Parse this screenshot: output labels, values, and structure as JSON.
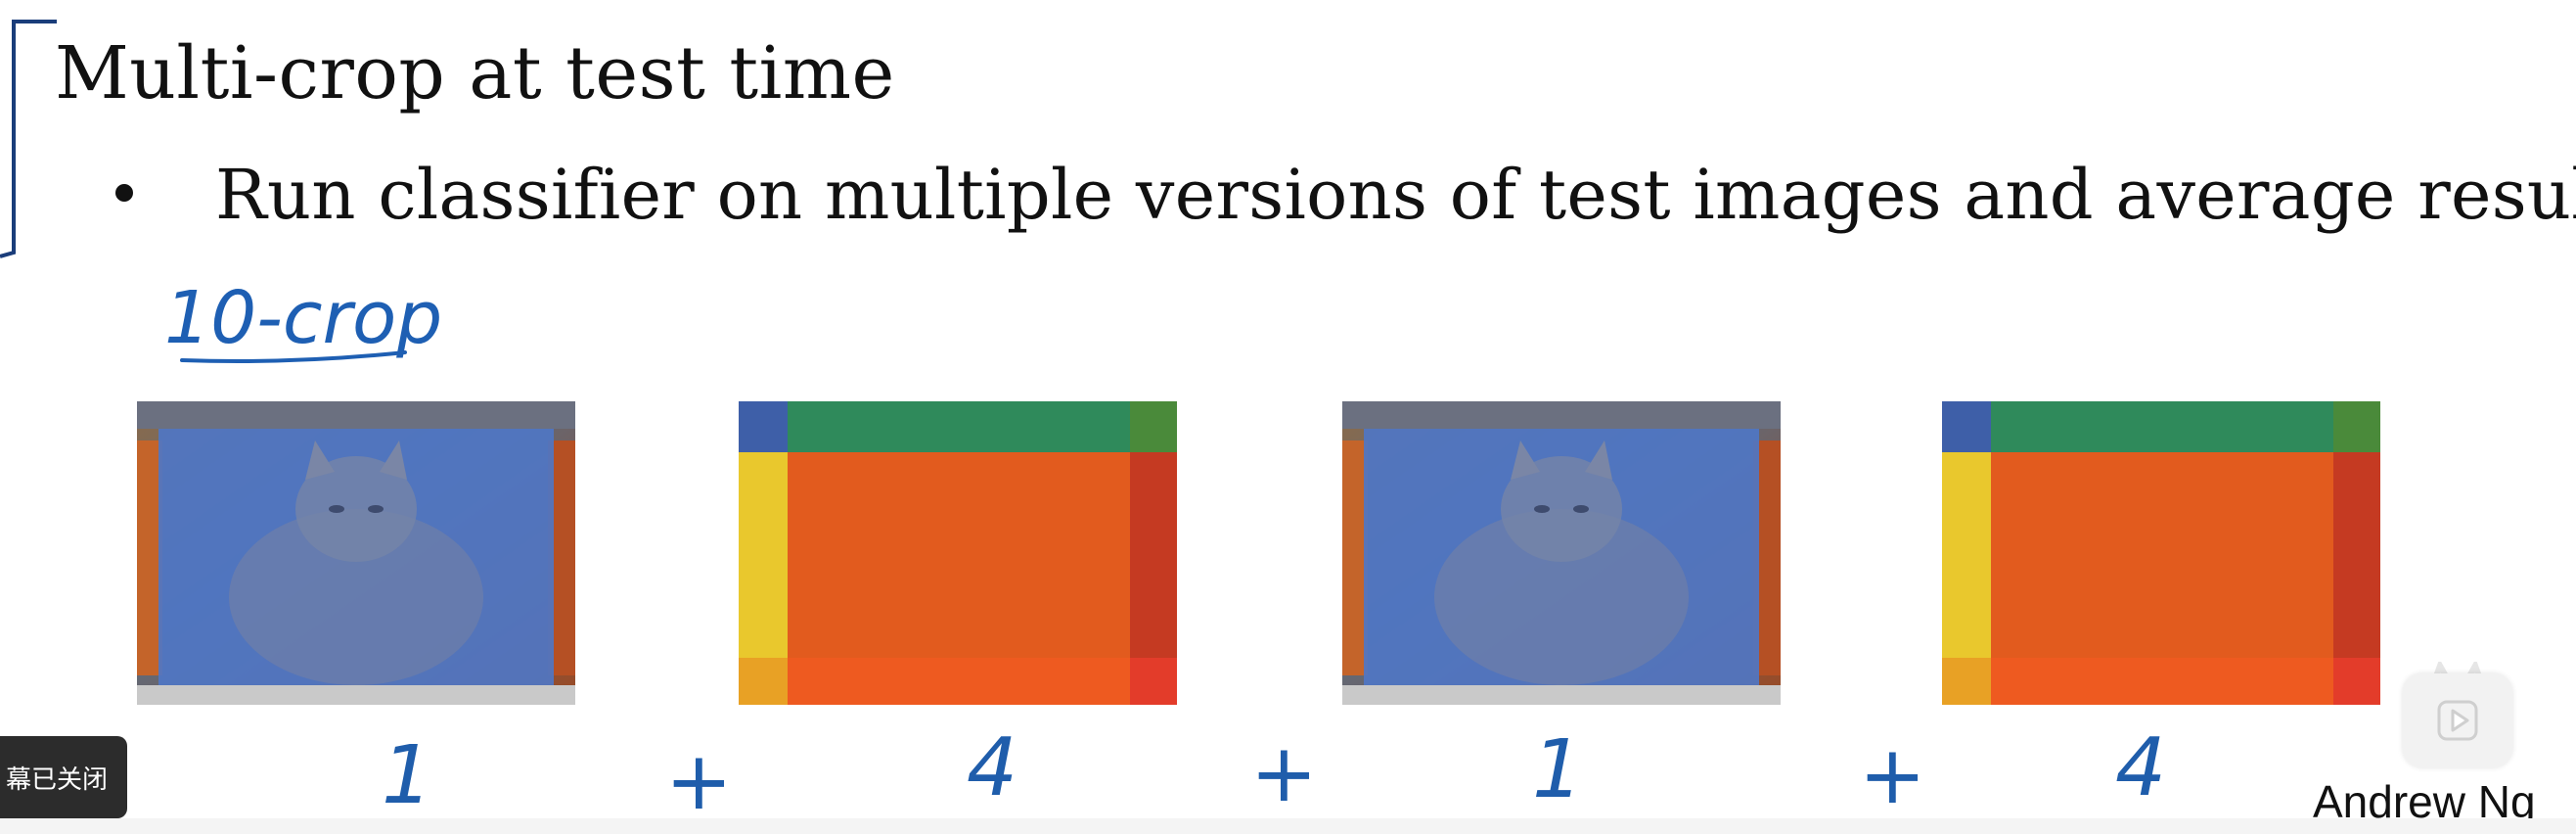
{
  "slide": {
    "title": "Multi-crop at test time",
    "bullet": "Run classifier on multiple versions of test images and average results",
    "annotation": "10-crop",
    "terms": [
      {
        "image": "full-cat",
        "count": "1"
      },
      {
        "image": "corner-crops",
        "count": "4"
      },
      {
        "image": "full-cat",
        "count": "1"
      },
      {
        "image": "corner-crops",
        "count": "4"
      }
    ],
    "operators": [
      "+",
      "+",
      "+"
    ],
    "author": "Andrew Ng"
  },
  "player": {
    "subtitle_toggle_label": "幕已关闭",
    "play_icon": "play-icon"
  },
  "colors": {
    "annotation_ink": "#1e5fb3",
    "crop_blue": "#4f76c4",
    "crop_green": "#2f8a5b",
    "crop_orange": "#e25b1e",
    "crop_yellow": "#e9c82d",
    "crop_red": "#c53a22"
  }
}
